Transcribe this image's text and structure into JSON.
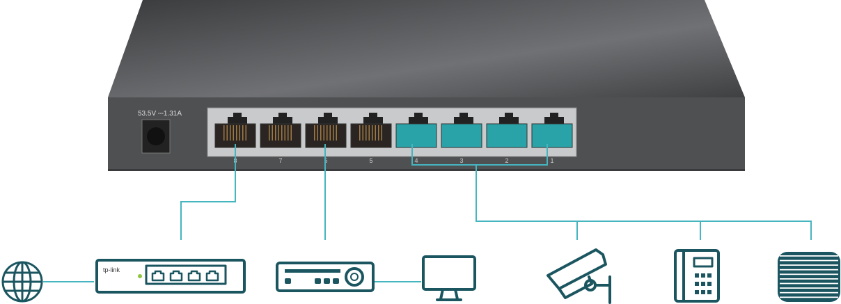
{
  "switch": {
    "power_label": "53.5V ⎓1.31A",
    "port_labels": [
      "8",
      "7",
      "6",
      "5",
      "4",
      "3",
      "2",
      "1"
    ],
    "poe_ports": [
      "4",
      "3",
      "2",
      "1"
    ]
  },
  "devices": {
    "router_logo": "tp-link"
  },
  "icons": [
    "globe-icon",
    "router-icon",
    "dvr-icon",
    "monitor-icon",
    "ip-camera-icon",
    "ip-phone-icon",
    "access-point-icon"
  ],
  "colors": {
    "line": "#45b5c0",
    "icon": "#1b5660",
    "poe_port": "#2aa3a8",
    "chassis": "#4a4b4d",
    "led": "#8dc63f"
  }
}
